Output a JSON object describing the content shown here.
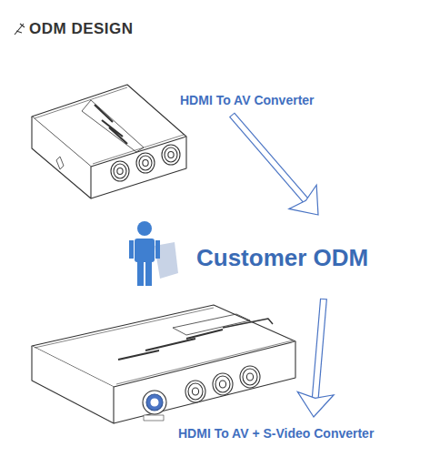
{
  "diagram": {
    "title": "ODM DESIGN",
    "nodes": [
      {
        "text": [
          "HDMI To AV Converter"
        ]
      },
      {
        "text": [
          "Customer ODM"
        ]
      },
      {
        "text": [
          "HDMI To AV + S-Video Converter"
        ]
      }
    ],
    "edges": [
      {
        "from": 0,
        "to": 1,
        "arrow": "to"
      },
      {
        "from": 1,
        "to": 2,
        "arrow": "to"
      }
    ]
  }
}
